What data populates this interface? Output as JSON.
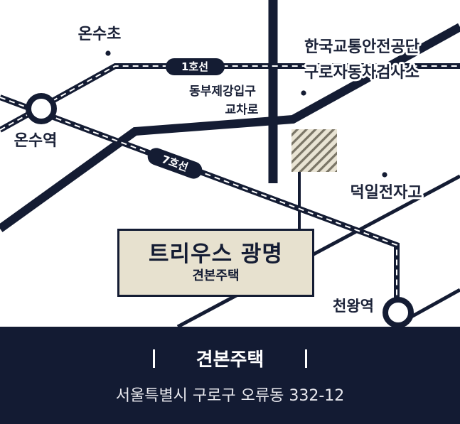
{
  "map": {
    "places": {
      "onsu_cho": "온수초",
      "kotsa": [
        "한국교통안전공단",
        "구로자동차검사소"
      ],
      "dongbu_intersection": [
        "동부제강입구",
        "교차로"
      ],
      "deogil": "덕일전자고"
    },
    "stations": {
      "onsu": "온수역",
      "cheonwang": "천왕역"
    },
    "lines": {
      "line1": "1호선",
      "line7": "7호선"
    },
    "colors": {
      "road": "#141c33",
      "rail": "#141c33",
      "box_fill": "#e7e1cf",
      "footer_bg": "#131b33",
      "site_hatch": "#7a7566"
    }
  },
  "site": {
    "title": "트리우스 광명",
    "subtitle": "견본주택"
  },
  "footer": {
    "title": "견본주택",
    "address": "서울특별시 구로구 오류동 332-12"
  }
}
